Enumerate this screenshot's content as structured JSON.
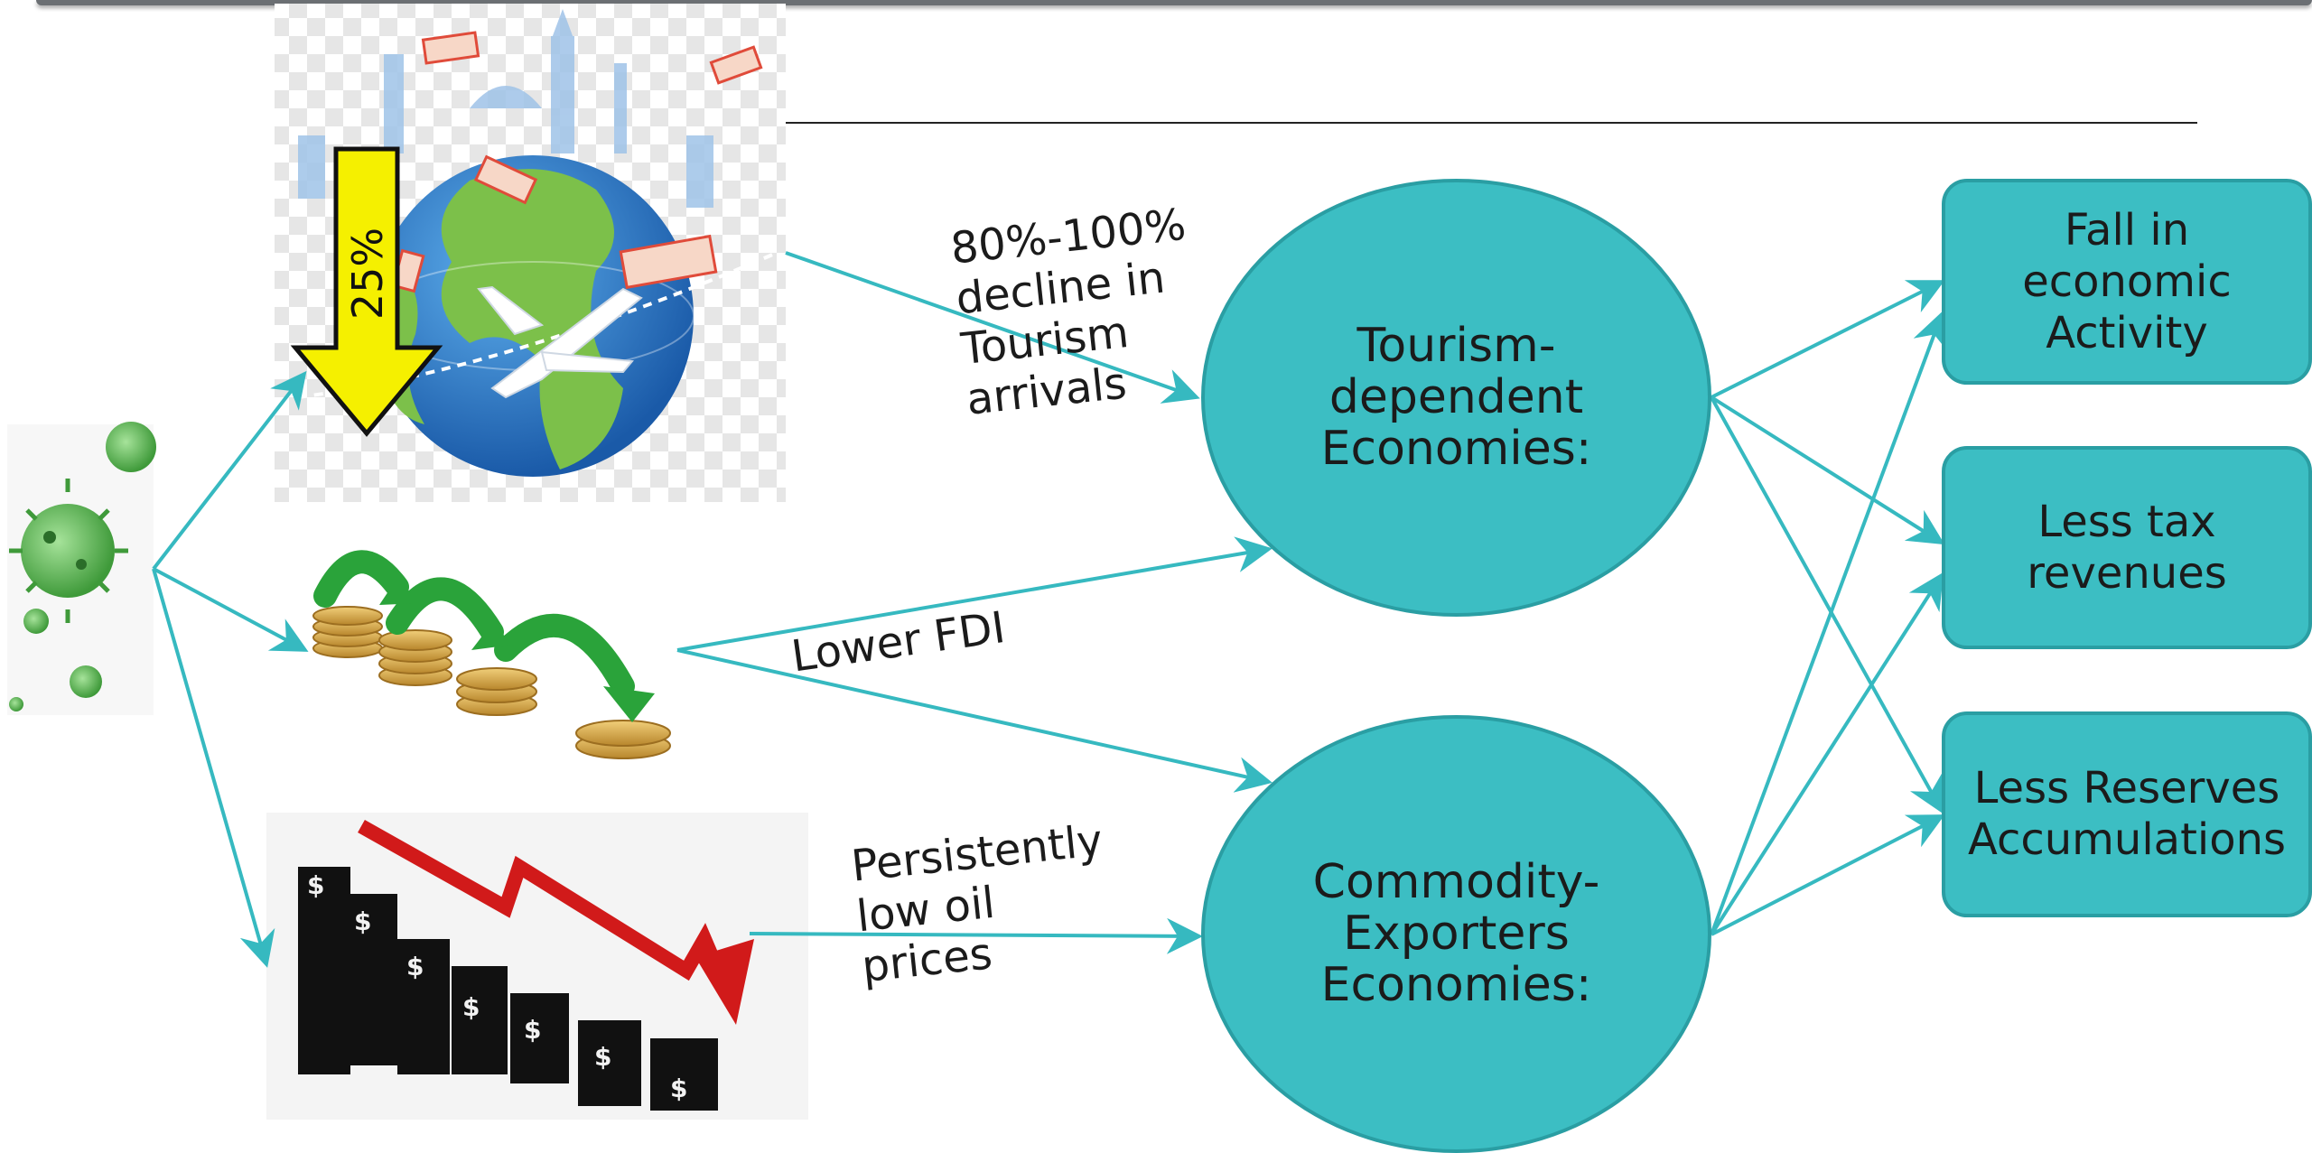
{
  "tourism_arrow_label": "25%",
  "edge_labels": {
    "tourism": "80%-100%\ndecline in\nTourism\narrivals",
    "fdi": "Lower FDI",
    "oil": "Persistently\nlow oil\nprices"
  },
  "economies": {
    "tourism": "Tourism-\ndependent\nEconomies:",
    "commodity": "Commodity-\nExporters\nEconomies:"
  },
  "outcomes": [
    "Fall in\neconomic\nActivity",
    "Less tax\nrevenues",
    "Less Reserves\nAccumulations"
  ],
  "colors": {
    "node_fill": "#3cbec3",
    "node_border": "#2a9ea3",
    "arrow": "#36b9c0",
    "down_arrow_fill": "#f5f000"
  },
  "icons": [
    "virus-icon",
    "globe-travel-icon",
    "coins-decline-icon",
    "oil-price-decline-icon"
  ]
}
